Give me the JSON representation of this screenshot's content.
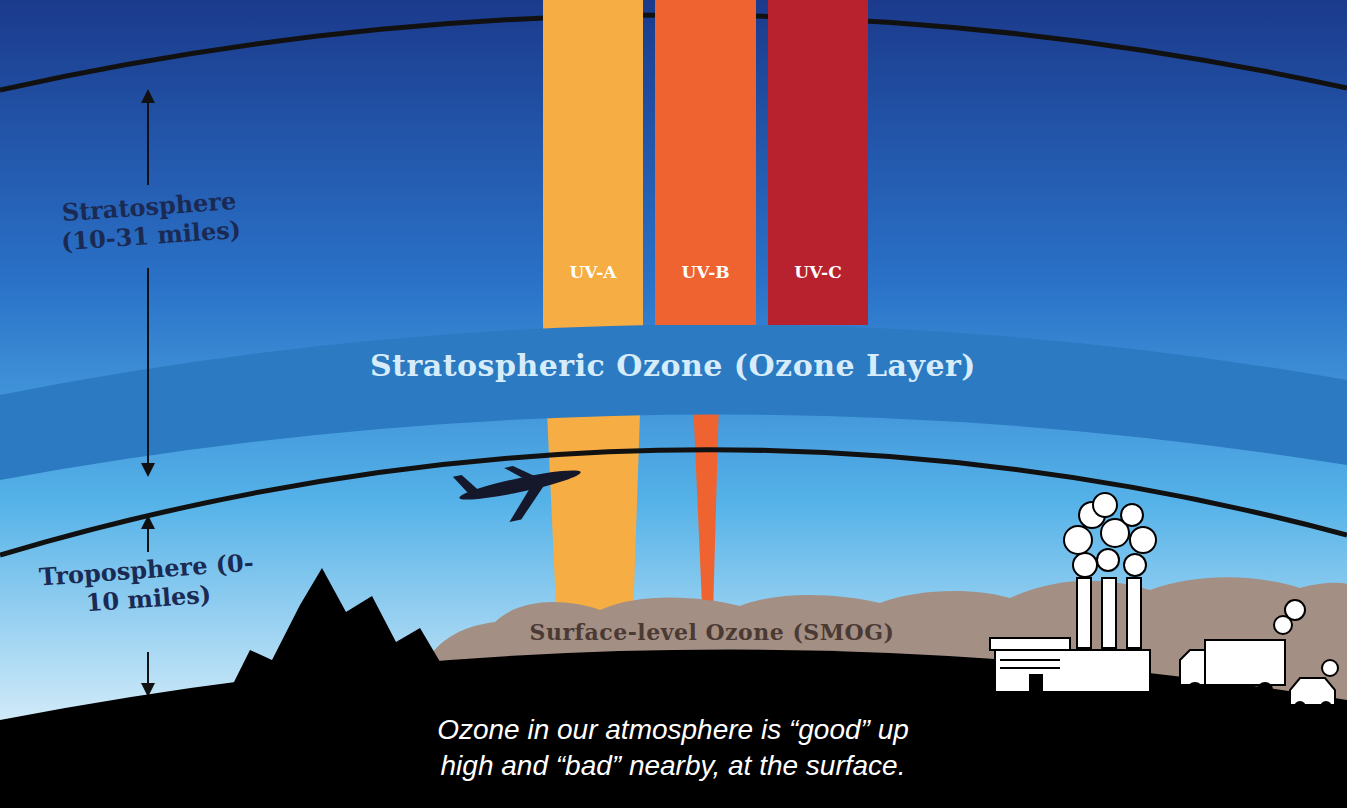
{
  "diagram": {
    "caption": "Ozone in our atmosphere is “good” up high and “bad” nearby, at the surface.",
    "nodes": [
      {
        "text": [
          "UV-A"
        ]
      },
      {
        "text": [
          "UV-B"
        ]
      },
      {
        "text": [
          "UV-C"
        ]
      },
      {
        "text": [
          "Stratospheric Ozone (Ozone Layer)"
        ]
      },
      {
        "text": [
          "Surface-level Ozone (SMOG)"
        ]
      }
    ],
    "labels": [
      "Stratosphere (10-31 miles)",
      "Troposphere (0-10 miles)"
    ]
  }
}
